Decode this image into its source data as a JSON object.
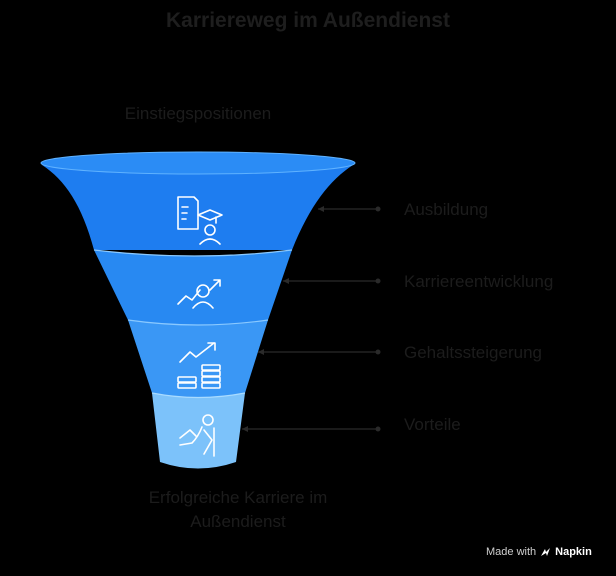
{
  "title": "Karriereweg im Außendienst",
  "top_label": "Einstiegspositionen",
  "bottom_label_lines": [
    "Erfolgreiche Karriere im",
    "Außendienst"
  ],
  "stages": [
    {
      "label": "Ausbildung",
      "icon": "graduate-document-icon",
      "color": "#1e7df0"
    },
    {
      "label": "Karriereentwicklung",
      "icon": "person-growth-icon",
      "color": "#2889f2"
    },
    {
      "label": "Gehaltssteigerung",
      "icon": "money-growth-icon",
      "color": "#3a97f5"
    },
    {
      "label": "Vorteile",
      "icon": "relaxing-person-icon",
      "color": "#7cc2fa"
    }
  ],
  "footer": {
    "prefix": "Made with",
    "brand": "Napkin"
  }
}
